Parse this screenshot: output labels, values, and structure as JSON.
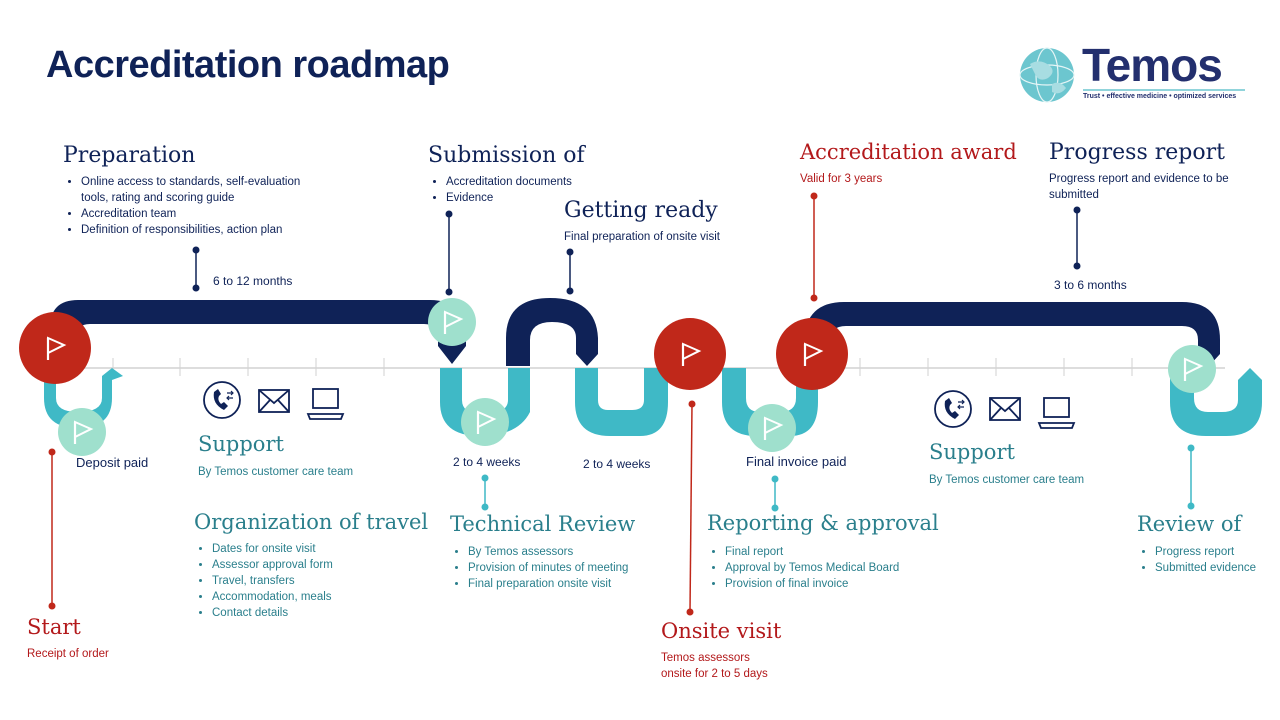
{
  "title": "Accreditation roadmap",
  "logo": {
    "word": "Temos",
    "tagline": "Trust • effective medicine • optimized services"
  },
  "stages": {
    "preparation": {
      "title": "Preparation",
      "bullets": [
        "Online access to standards, self-evaluation tools, rating and scoring guide",
        "Accreditation team",
        "Definition of responsibilities, action plan"
      ],
      "duration": "6 to 12 months"
    },
    "submission": {
      "title": "Submission of",
      "bullets": [
        "Accreditation documents",
        "Evidence"
      ]
    },
    "getting_ready": {
      "title": "Getting ready",
      "subtitle": "Final preparation of onsite visit"
    },
    "award": {
      "title": "Accreditation award",
      "subtitle": "Valid for 3 years"
    },
    "progress": {
      "title": "Progress report",
      "subtitle": "Progress report and evidence to be submitted",
      "duration": "3 to 6 months"
    },
    "start": {
      "title": "Start",
      "subtitle": "Receipt of order",
      "deposit": "Deposit paid"
    },
    "support1": {
      "title": "Support",
      "subtitle": "By Temos customer care team"
    },
    "travel": {
      "title": "Organization of travel",
      "bullets": [
        "Dates for onsite visit",
        "Assessor  approval form",
        "Travel, transfers",
        "Accommodation, meals",
        "Contact details"
      ]
    },
    "technical": {
      "title": "Technical Review",
      "bullets": [
        "By Temos assessors",
        "Provision of minutes of meeting",
        "Final preparation onsite visit"
      ],
      "duration_a": "2 to 4 weeks",
      "duration_b": "2 to 4 weeks"
    },
    "onsite": {
      "title": "Onsite visit",
      "subtitle_1": "Temos assessors",
      "subtitle_2": "onsite for 2 to 5 days"
    },
    "reporting": {
      "title": "Reporting & approval",
      "bullets": [
        "Final report",
        "Approval by Temos Medical Board",
        "Provision of final invoice"
      ],
      "invoice": "Final invoice paid"
    },
    "support2": {
      "title": "Support",
      "subtitle": "By Temos customer care team"
    },
    "review": {
      "title": "Review of",
      "bullets": [
        "Progress report",
        "Submitted evidence"
      ]
    }
  },
  "colors": {
    "navy": "#0f2257",
    "teal": "#3fb9c6",
    "mint": "#8fdcc8",
    "red": "#c0281a",
    "axis": "#cfcfcf"
  },
  "icons": [
    "flag-icon",
    "phone-icon",
    "mail-icon",
    "laptop-icon"
  ]
}
